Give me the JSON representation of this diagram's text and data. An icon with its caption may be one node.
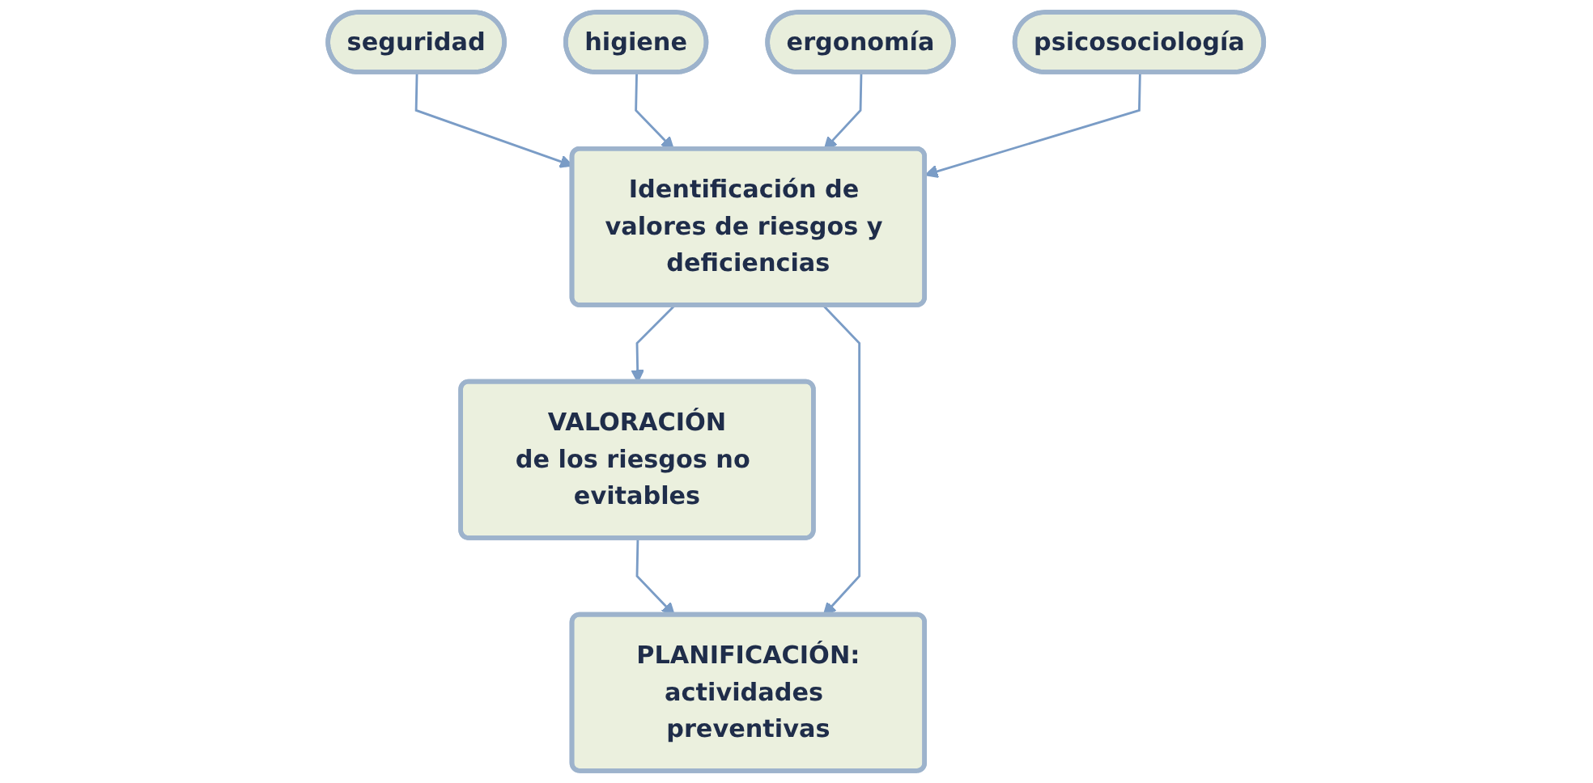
{
  "diagram": {
    "nodes": [
      {
        "text": [
          "seguridad"
        ]
      },
      {
        "text": [
          "Identificación de valores de riesgos y deficiencias"
        ]
      },
      {
        "text": [
          "ergonomía"
        ]
      },
      {
        "text": [
          "higiene"
        ]
      },
      {
        "text": [
          "psicosociología"
        ]
      },
      {
        "text": [
          "VALORACIÓN",
          "de los riesgos no evitables"
        ]
      },
      {
        "text": [
          "PLANIFICACIÓN:",
          "actividades preventivas"
        ]
      }
    ],
    "edges": [
      {
        "from": 0,
        "to": 1,
        "arrow": "to"
      },
      {
        "from": 3,
        "to": 1,
        "arrow": "to"
      },
      {
        "from": 2,
        "to": 1,
        "arrow": "to"
      },
      {
        "from": 4,
        "to": 1,
        "arrow": "to"
      },
      {
        "from": 1,
        "to": 5,
        "arrow": "to"
      },
      {
        "from": 5,
        "to": 6,
        "arrow": "to"
      },
      {
        "from": 1,
        "to": 6,
        "arrow": "to"
      }
    ]
  }
}
